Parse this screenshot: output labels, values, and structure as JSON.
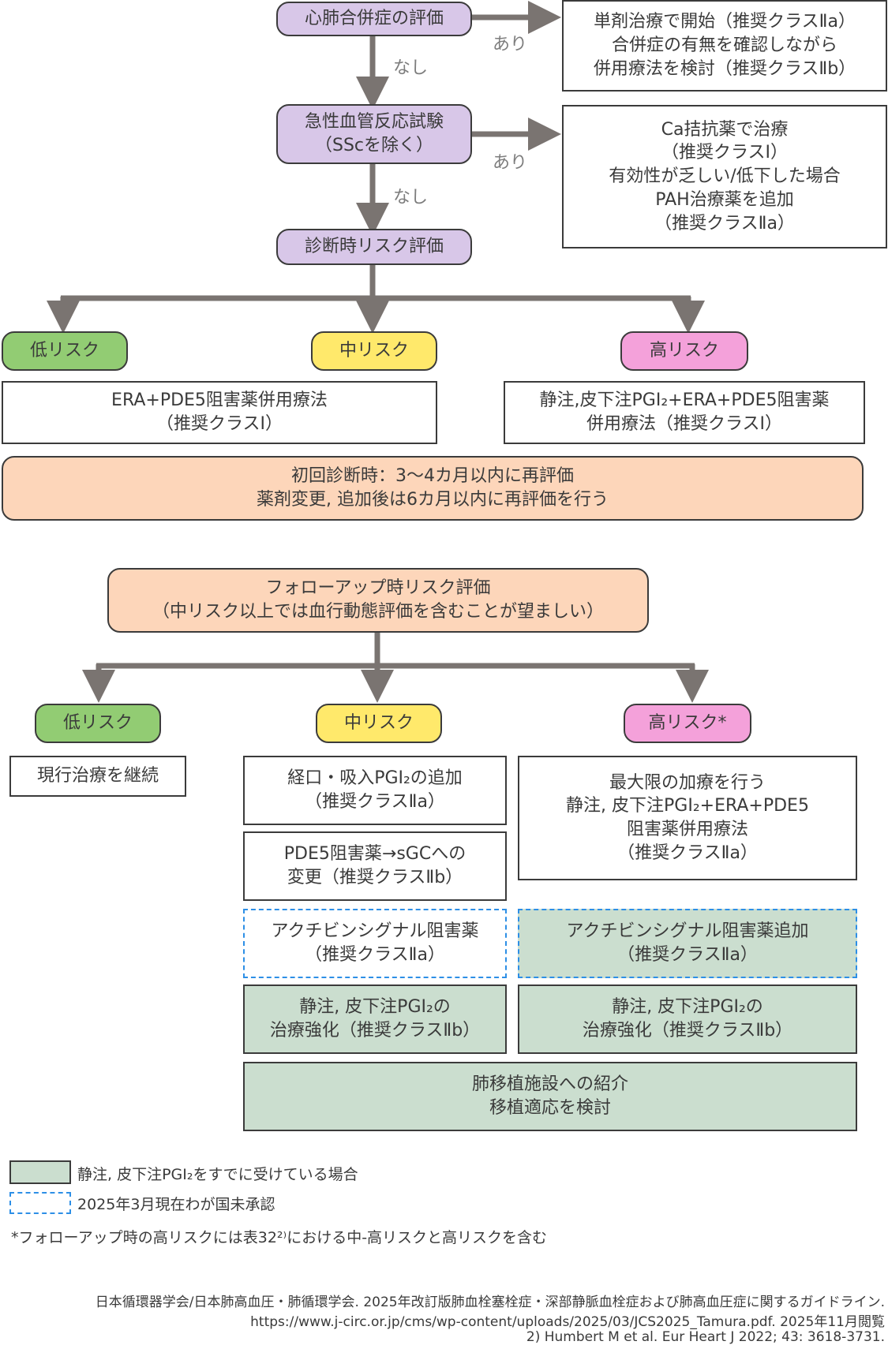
{
  "colors": {
    "purple": "#d8c7e8",
    "green": "#92cc73",
    "yellow": "#ffe96b",
    "pink": "#f4a1da",
    "peach": "#fdd6ba",
    "sage": "#cbdecf",
    "arrow": "#7a7471",
    "dashed_border": "#2d8fe6"
  },
  "top": {
    "step1": "心肺合併症の評価",
    "step1_yes_label": "あり",
    "step1_no_label": "なし",
    "step1_yes_box": [
      "単剤治療で開始（推奨クラスⅡa）",
      "合併症の有無を確認しながら",
      "併用療法を検討（推奨クラスⅡb）"
    ],
    "step2": [
      "急性血管反応試験",
      "（SScを除く）"
    ],
    "step2_yes_label": "あり",
    "step2_no_label": "なし",
    "step2_yes_box": [
      "Ca拮抗薬で治療",
      "（推奨クラスⅠ）",
      "有効性が乏しい/低下した場合",
      "PAH治療薬を追加",
      "（推奨クラスⅡa）"
    ],
    "step3": "診断時リスク評価",
    "risk_low": "低リスク",
    "risk_mid": "中リスク",
    "risk_high": "高リスク",
    "low_mid_treatment": [
      "ERA+PDE5阻害薬併用療法",
      "（推奨クラスⅠ）"
    ],
    "high_treatment": [
      "静注,皮下注PGI₂+ERA+PDE5阻害薬",
      "併用療法（推奨クラスⅠ）"
    ],
    "reassess": [
      "初回診断時：3〜4カ月以内に再評価",
      "薬剤変更, 追加後は6カ月以内に再評価を行う"
    ]
  },
  "followup": {
    "title": [
      "フォローアップ時リスク評価",
      "（中リスク以上では血行動態評価を含むことが望ましい）"
    ],
    "risk_low": "低リスク",
    "risk_mid": "中リスク",
    "risk_high": "高リスク*",
    "low_box": "現行治療を継続",
    "mid_boxes": [
      [
        "経口・吸入PGI₂の追加",
        "（推奨クラスⅡa）"
      ],
      [
        "PDE5阻害薬→sGCへの",
        "変更（推奨クラスⅡb）"
      ],
      [
        "アクチビンシグナル阻害薬",
        "（推奨クラスⅡa）"
      ],
      [
        "静注, 皮下注PGI₂の",
        "治療強化（推奨クラスⅡb）"
      ]
    ],
    "high_boxes": [
      [
        "最大限の加療を行う",
        "静注, 皮下注PGI₂+ERA+PDE5",
        "阻害薬併用療法",
        "（推奨クラスⅡa）"
      ],
      [
        "アクチビンシグナル阻害薬追加",
        "（推奨クラスⅡa）"
      ],
      [
        "静注, 皮下注PGI₂の",
        "治療強化（推奨クラスⅡb）"
      ]
    ],
    "transplant_box": [
      "肺移植施設への紹介",
      "移植適応を検討"
    ]
  },
  "legend": {
    "sage_label": "静注, 皮下注PGI₂をすでに受けている場合",
    "dashed_label": "2025年3月現在わが国未承認",
    "footnote": "*フォローアップ時の高リスクには表32²⁾における中-高リスクと高リスクを含む"
  },
  "citation": [
    "日本循環器学会/日本肺高血圧・肺循環学会. 2025年改訂版肺血栓塞栓症・深部静脈血栓症および肺高血圧症に関するガイドライン.",
    "https://www.j-circ.or.jp/cms/wp-content/uploads/2025/03/JCS2025_Tamura.pdf. 2025年11月閲覧",
    "2) Humbert M et al. Eur Heart J 2022; 43: 3618-3731."
  ]
}
